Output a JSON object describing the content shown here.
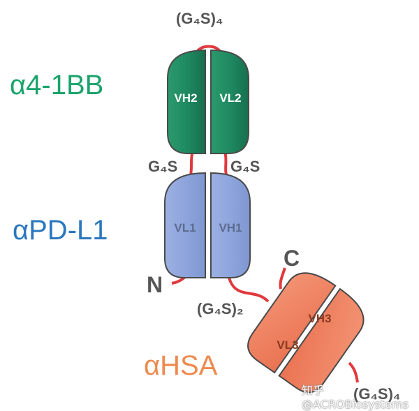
{
  "labels": {
    "a41bb": "α4-1BB",
    "apdl1": "αPD-L1",
    "ahsa": "αHSA"
  },
  "domains": {
    "vh2": "VH2",
    "vl2": "VL2",
    "vl1": "VL1",
    "vh1": "VH1",
    "vh3": "VH3",
    "vl3": "VL3"
  },
  "linkers": {
    "top": "(G₄S)₄",
    "left_mid": "G₄S",
    "right_mid": "G₄S",
    "hsa": "(G₄S)₂",
    "bottom": "(G₄S)₄"
  },
  "termini": {
    "n": "N",
    "c": "C"
  },
  "watermark": "知乎 @ACROBiosystems",
  "colors": {
    "green": "#1f8a61",
    "blue": "#8fa6dd",
    "orange": "#ef8160",
    "linker_red": "#e0393e"
  }
}
